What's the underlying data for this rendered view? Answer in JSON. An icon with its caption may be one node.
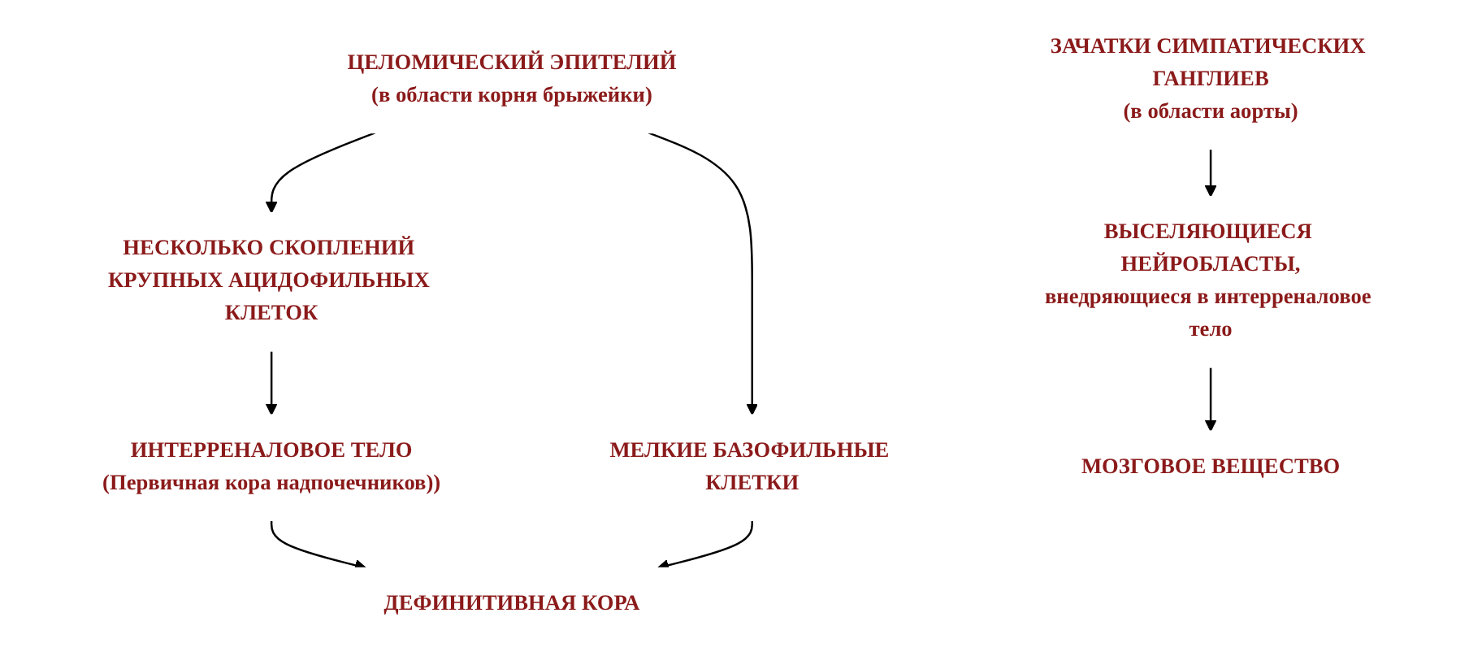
{
  "diagram": {
    "nodes": [
      {
        "text": [
          "ЦЕЛОМИЧЕСКИЙ ЭПИТЕЛИЙ",
          "(в области корня брыжейки)"
        ]
      },
      {
        "text": [
          "НЕСКОЛЬКО СКОПЛЕНИЙ КРУПНЫХ АЦИДОФИЛЬНЫХ КЛЕТОК"
        ]
      },
      {
        "text": [
          "МЕЛКИЕ БАЗОФИЛЬНЫЕ КЛЕТКИ"
        ]
      },
      {
        "text": [
          "ИНТЕРРЕНАЛОВОЕ ТЕЛО",
          "(Первичная кора надпочечников))"
        ]
      },
      {
        "text": [
          "ДЕФИНИТИВНАЯ КОРА"
        ]
      },
      {
        "text": [
          "ЗАЧАТКИ СИМПАТИЧЕСКИХ ГАНГЛИЕВ",
          "(в области аорты)"
        ]
      },
      {
        "text": [
          "ВЫСЕЛЯЮЩИЕСЯ НЕЙРОБЛАСТЫ,",
          "внедряющиеся в интерреналовое тело"
        ]
      },
      {
        "text": [
          "МОЗГОВОЕ ВЕЩЕСТВО"
        ]
      }
    ],
    "edges": [
      {
        "from": 0,
        "to": 1,
        "arrow": "to"
      },
      {
        "from": 0,
        "to": 2,
        "arrow": "to"
      },
      {
        "from": 1,
        "to": 3,
        "arrow": "to"
      },
      {
        "from": 3,
        "to": 4,
        "arrow": "to"
      },
      {
        "from": 2,
        "to": 4,
        "arrow": "to"
      },
      {
        "from": 5,
        "to": 6,
        "arrow": "to"
      },
      {
        "from": 6,
        "to": 7,
        "arrow": "to"
      }
    ]
  }
}
